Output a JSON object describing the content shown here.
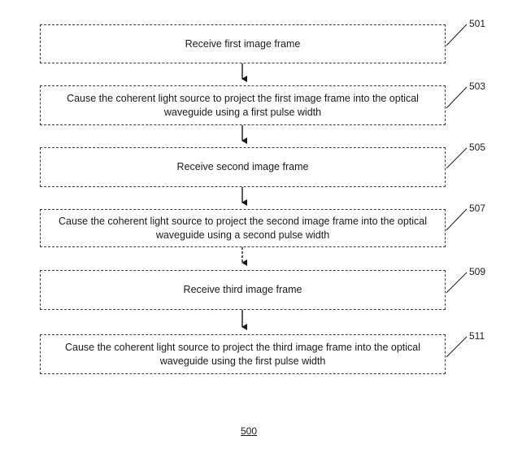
{
  "steps": [
    {
      "ref": "501",
      "text": "Receive first image frame"
    },
    {
      "ref": "503",
      "text": "Cause the coherent light source to project the first image frame into the optical waveguide using a first pulse width"
    },
    {
      "ref": "505",
      "text": "Receive second image frame"
    },
    {
      "ref": "507",
      "text": "Cause the coherent light source to project the second image frame into the optical waveguide using a second pulse width"
    },
    {
      "ref": "509",
      "text": "Receive third image frame"
    },
    {
      "ref": "511",
      "text": "Cause the coherent light source to project the third image frame into the optical waveguide using the first pulse width"
    }
  ],
  "figure_label": "500"
}
